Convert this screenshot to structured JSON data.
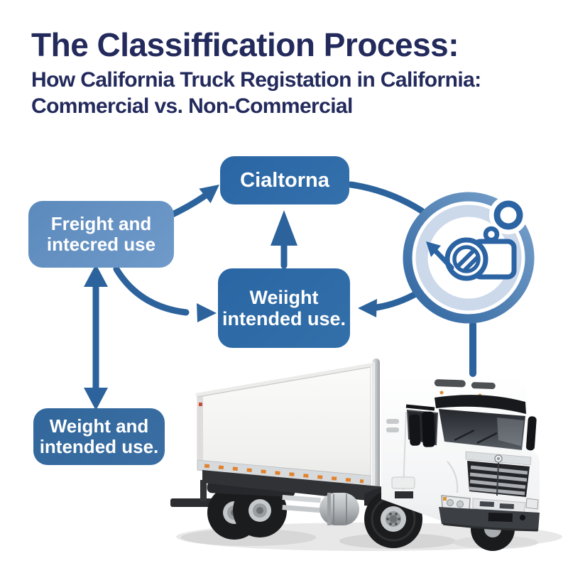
{
  "title": {
    "line1": "The Classiffication Process:",
    "line2": "How California Truck Registation in California:",
    "line3": "Commercial vs. Non-Commercial"
  },
  "flowchart": {
    "boxes": {
      "freight": {
        "line1": "Freight and",
        "line2": "intecred use"
      },
      "california": {
        "line1": "Cialtorna"
      },
      "weight_center": {
        "line1": "Weiight",
        "line2": "intended use."
      },
      "weight_bottom": {
        "line1": "Weight and",
        "line2": "intended use."
      }
    },
    "connections": [
      {
        "from": "freight",
        "to": "california",
        "style": "curved-arrow"
      },
      {
        "from": "freight",
        "to": "weight_center",
        "style": "curved-arrow"
      },
      {
        "from": "freight",
        "to": "weight_bottom",
        "style": "double-headed-arrow"
      },
      {
        "from": "weight_center",
        "to": "california",
        "style": "straight-arrow"
      },
      {
        "from": "california",
        "to": "badge",
        "style": "curved-line"
      },
      {
        "from": "badge",
        "to": "weight_center",
        "style": "curved-arrow"
      },
      {
        "from": "badge",
        "to": "truck",
        "style": "straight-line"
      }
    ],
    "icons": {
      "badge": "camera-prohibited-badge-icon"
    }
  },
  "illustration": {
    "subject": "white commercial box truck, front three-quarter view"
  },
  "colors": {
    "title_navy": "#232a5c",
    "box_light_blue": "#6190c3",
    "box_medium_blue": "#2f6ba7",
    "box_bottom_blue": "#35699e",
    "arrow_blue": "#2c639c",
    "icon_stroke_blue": "#2b63a3",
    "icon_ring_light": "#ccd9ea",
    "background": "#ffffff"
  }
}
